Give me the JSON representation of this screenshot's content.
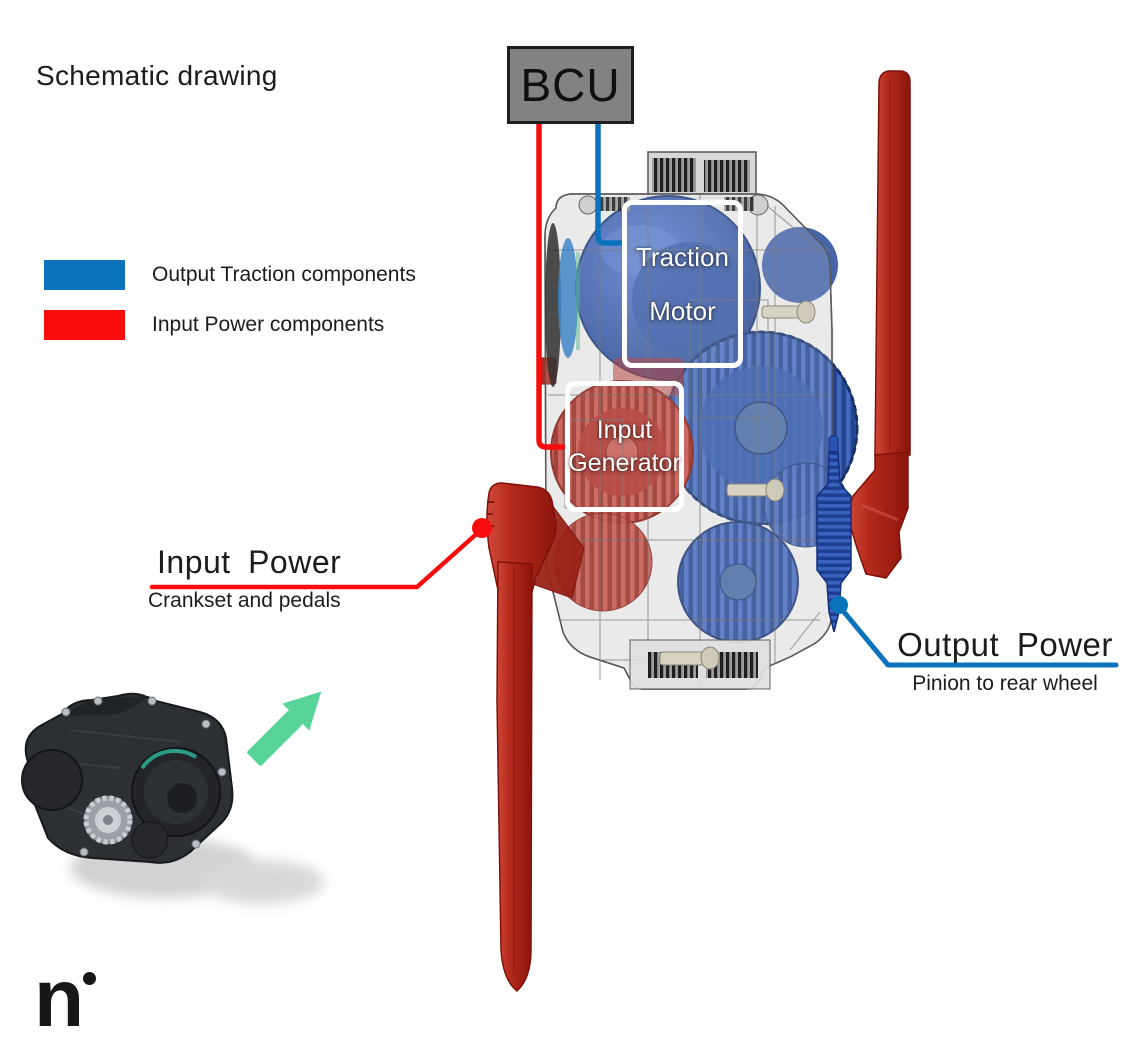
{
  "slide": {
    "title": "Schematic drawing"
  },
  "bcu": {
    "label": "BCU"
  },
  "legend": {
    "items": [
      {
        "label": "Output Traction components",
        "color": "#0b72bc"
      },
      {
        "label": "Input Power components",
        "color": "#fb0d0d"
      }
    ]
  },
  "component_labels": {
    "traction_motor": "Traction Motor",
    "input_generator": "Input Generator"
  },
  "callouts": {
    "input_power": {
      "title": "Input Power",
      "subtitle": "Crankset and pedals",
      "color": "#f70d0d"
    },
    "output_power": {
      "title": "Output Power",
      "subtitle": "Pinion to rear wheel",
      "color": "#0b72bc"
    }
  },
  "inset": {
    "arrow_color": "#57d598"
  },
  "logo": {
    "letter": "n"
  }
}
